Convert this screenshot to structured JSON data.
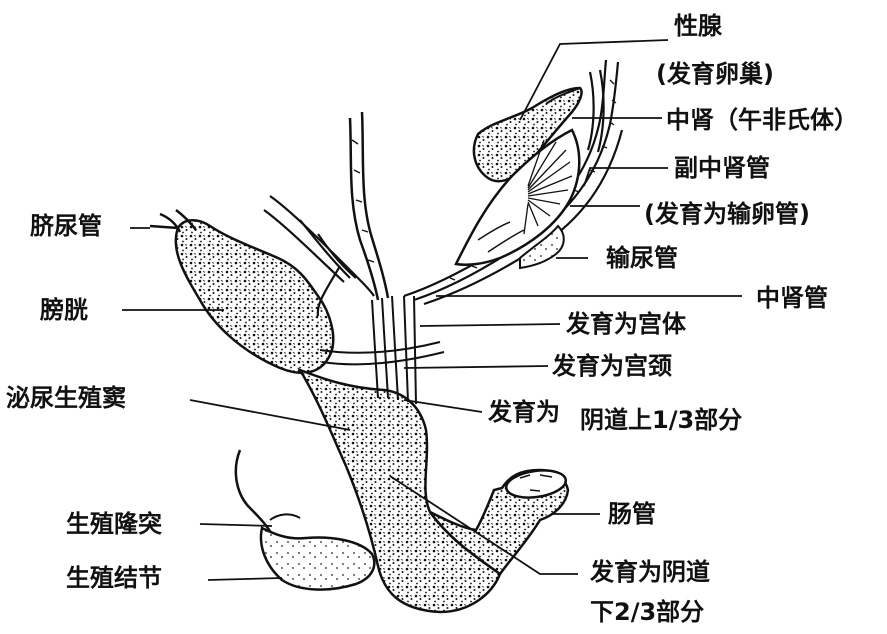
{
  "labels": {
    "gonad": "性腺",
    "gonad_note": "(发育卵巢)",
    "mesonephros": "中肾（午非氏体）",
    "paramesonephric_duct": "副中肾管",
    "paramesonephric_note": "(发育为输卵管)",
    "ureter": "输尿管",
    "mesonephric_duct": "中肾管",
    "uterus_body": "发育为宫体",
    "cervix": "发育为宫颈",
    "vagina_upper_prefix": "发育为",
    "vagina_upper": "阴道上1/3部分",
    "urachus": "脐尿管",
    "bladder": "膀胱",
    "urogenital_sinus": "泌尿生殖窦",
    "genital_swelling": "生殖隆突",
    "genital_tubercle": "生殖结节",
    "intestine": "肠管",
    "vagina_lower": "发育为阴道",
    "vagina_lower_2": "下2/3部分"
  }
}
